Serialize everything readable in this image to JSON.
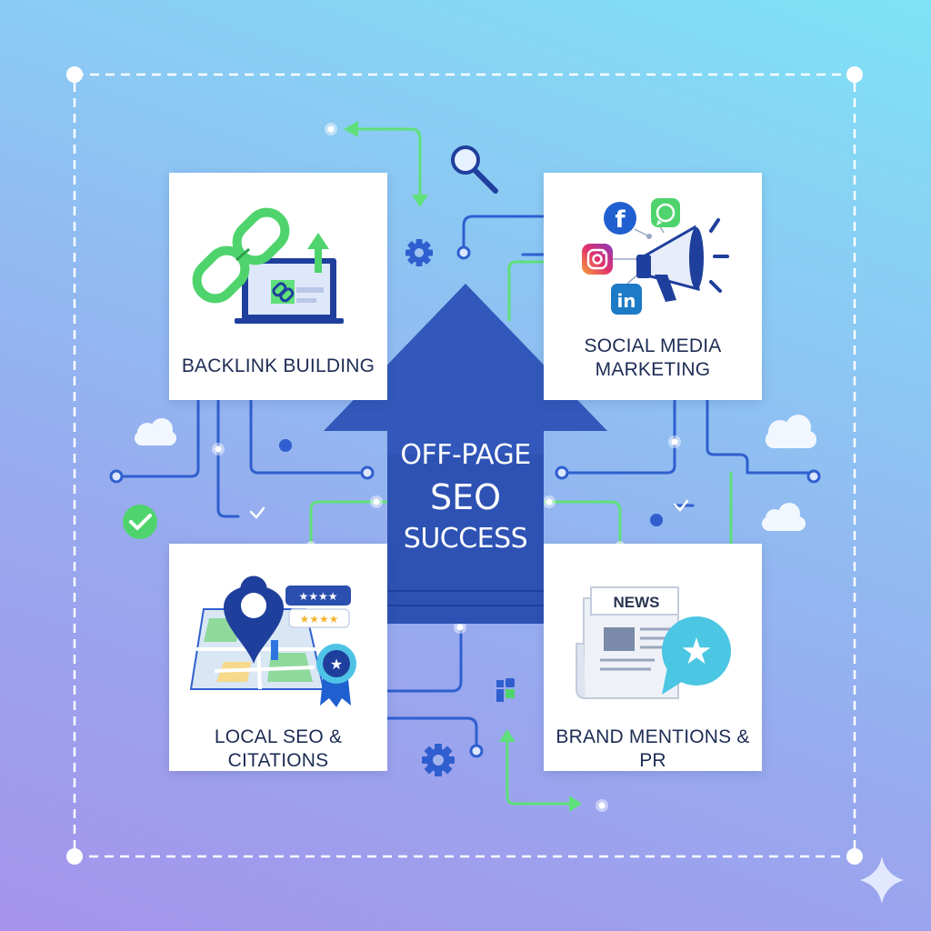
{
  "center": {
    "line1": "OFF-PAGE",
    "line2": "SEO",
    "line3": "SUCCESS"
  },
  "cards": {
    "backlink": {
      "label": "BACKLINK BUILDING"
    },
    "social": {
      "line1": "SOCIAL MEDIA",
      "line2": "MARKETING",
      "icons": [
        "facebook-icon",
        "whatsapp-icon",
        "instagram-icon",
        "linkedin-icon",
        "megaphone-icon"
      ]
    },
    "local": {
      "label": "LOCAL SEO & CITATIONS"
    },
    "brand": {
      "label": "BRAND MENTIONS & PR",
      "news_text": "NEWS"
    }
  },
  "colors": {
    "navy": "#1f3f9c",
    "arrow": "#2d52b3",
    "green": "#5fe07a",
    "circuit": "#2f5fcf",
    "card_text": "#1d2c54"
  },
  "icons": [
    "search-icon",
    "gear-icon",
    "check-icon",
    "cloud-icon",
    "sparkle-icon",
    "link-icon",
    "location-pin-icon",
    "award-ribbon-icon",
    "star-bubble-icon"
  ]
}
